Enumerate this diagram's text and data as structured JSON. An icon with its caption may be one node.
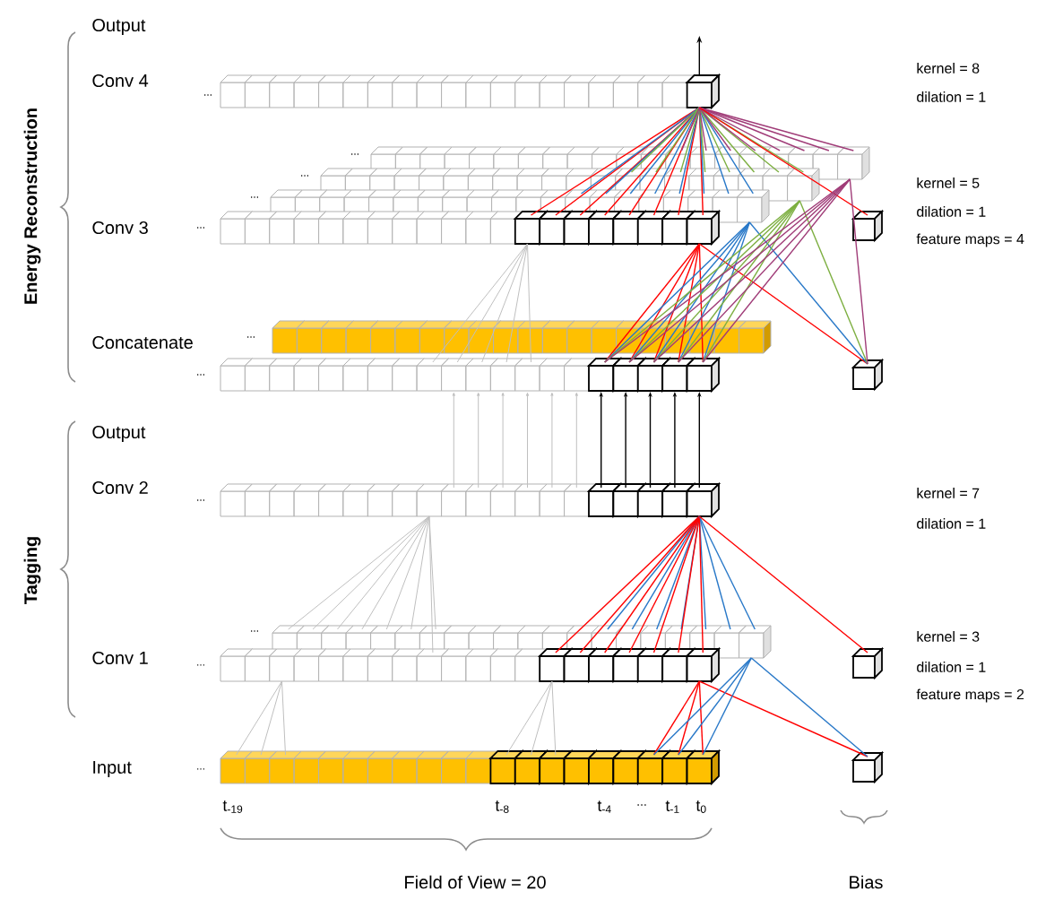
{
  "diagram": {
    "labels": [
      "Energy Reconstruction",
      "Output",
      "Conv 4",
      "...",
      "kernel = 8",
      "dilation = 1",
      "...",
      "...",
      "kernel = 5",
      "...",
      "Conv 3",
      "...",
      "dilation = 1",
      "feature maps = 4",
      "Concatenate",
      "...",
      "...",
      "Tagging",
      "Output",
      "Conv 2",
      "...",
      "kernel = 7",
      "dilation = 1",
      "...",
      "kernel = 3",
      "Conv 1",
      "...",
      "dilation = 1",
      "feature maps = 2",
      "Input",
      "...",
      "t$_{-19}$",
      "t$_{-8}$",
      "t$_{-4}$",
      "...",
      "t$_{-1}$",
      "t$_{0}$",
      "Field of View = 20",
      "Bias"
    ]
  }
}
